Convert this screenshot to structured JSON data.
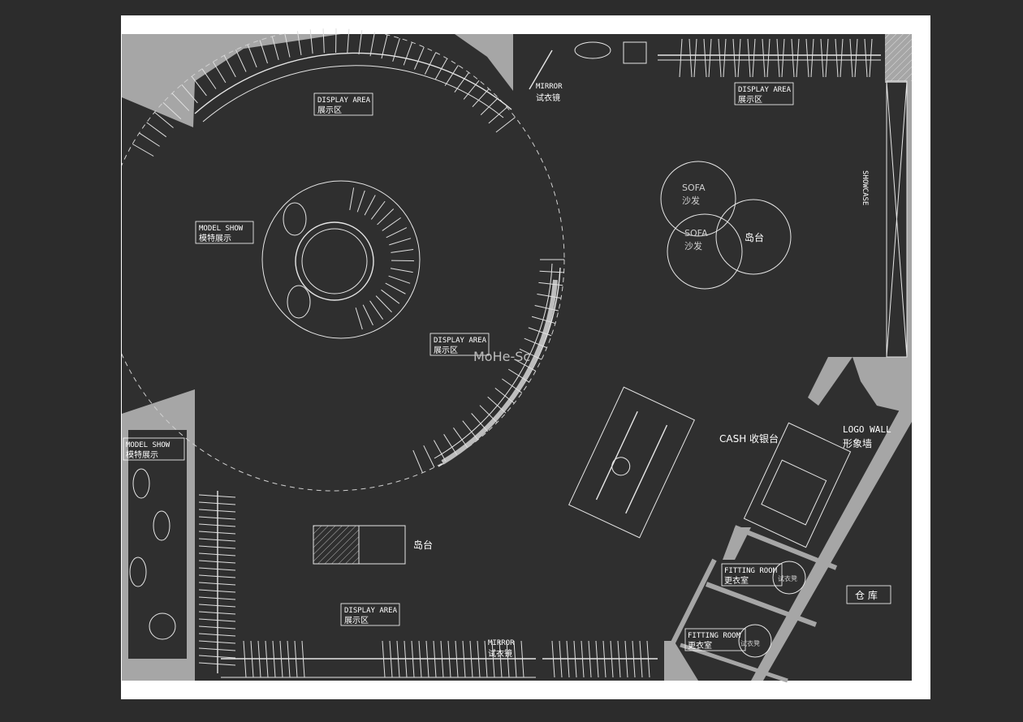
{
  "labels": {
    "display_area_top": {
      "en": "DISPLAY AREA",
      "cn": "展示区"
    },
    "display_area_right": {
      "en": "DISPLAY AREA",
      "cn": "展示区"
    },
    "display_area_center": {
      "en": "DISPLAY AREA",
      "cn": "展示区"
    },
    "display_area_bottom": {
      "en": "DISPLAY AREA",
      "cn": "展示区"
    },
    "model_show_main": {
      "en": "MODEL SHOW",
      "cn": "模特展示"
    },
    "model_show_side": {
      "en": "MODEL SHOW",
      "cn": "模特展示"
    },
    "mirror_top": {
      "en": "MIRROR",
      "cn": "试衣镜"
    },
    "mirror_bottom": {
      "en": "MIRROR",
      "cn": "试衣镜"
    },
    "sofa_1": {
      "en": "SOFA",
      "cn": "沙发"
    },
    "sofa_2": {
      "en": "SOFA",
      "cn": "沙发"
    },
    "island_right": "岛台",
    "island_left": "岛台",
    "showcase": "SHOWCASE",
    "cash": "CASH 收银台",
    "logo_wall": {
      "en": "LOGO WALL",
      "cn": "形象墙"
    },
    "fitting_room_1": {
      "en": "FITTING ROOM",
      "cn": "更衣室",
      "stool": "试衣凳"
    },
    "fitting_room_2": {
      "en": "FITTING ROOM",
      "cn": "更衣室",
      "stool": "试衣凳"
    },
    "warehouse": "仓 库",
    "watermark": "MoHe-Sc"
  }
}
